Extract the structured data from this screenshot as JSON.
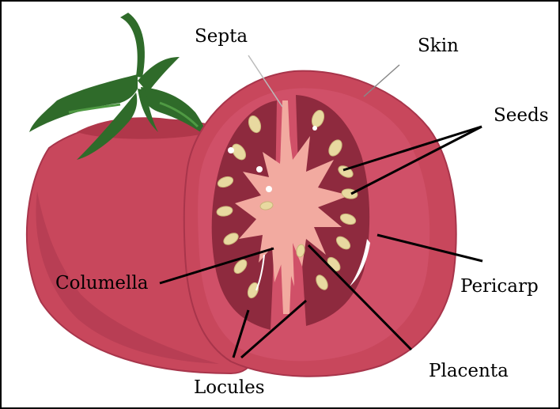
{
  "labels": {
    "septa": "Septa",
    "skin": "Skin",
    "seeds": "Seeds",
    "columella": "Columella",
    "pericarp": "Pericarp",
    "locules": "Locules",
    "placenta": "Placenta"
  },
  "colors": {
    "skin": "#c8475c",
    "skin_dark": "#a8354b",
    "pericarp_band": "#d05068",
    "locule": "#8e2a3e",
    "placenta": "#f2aaa0",
    "seed": "#e8d9a0",
    "stem": "#2f6b2a",
    "stem_light": "#4f9a43",
    "leader": "#000000"
  }
}
